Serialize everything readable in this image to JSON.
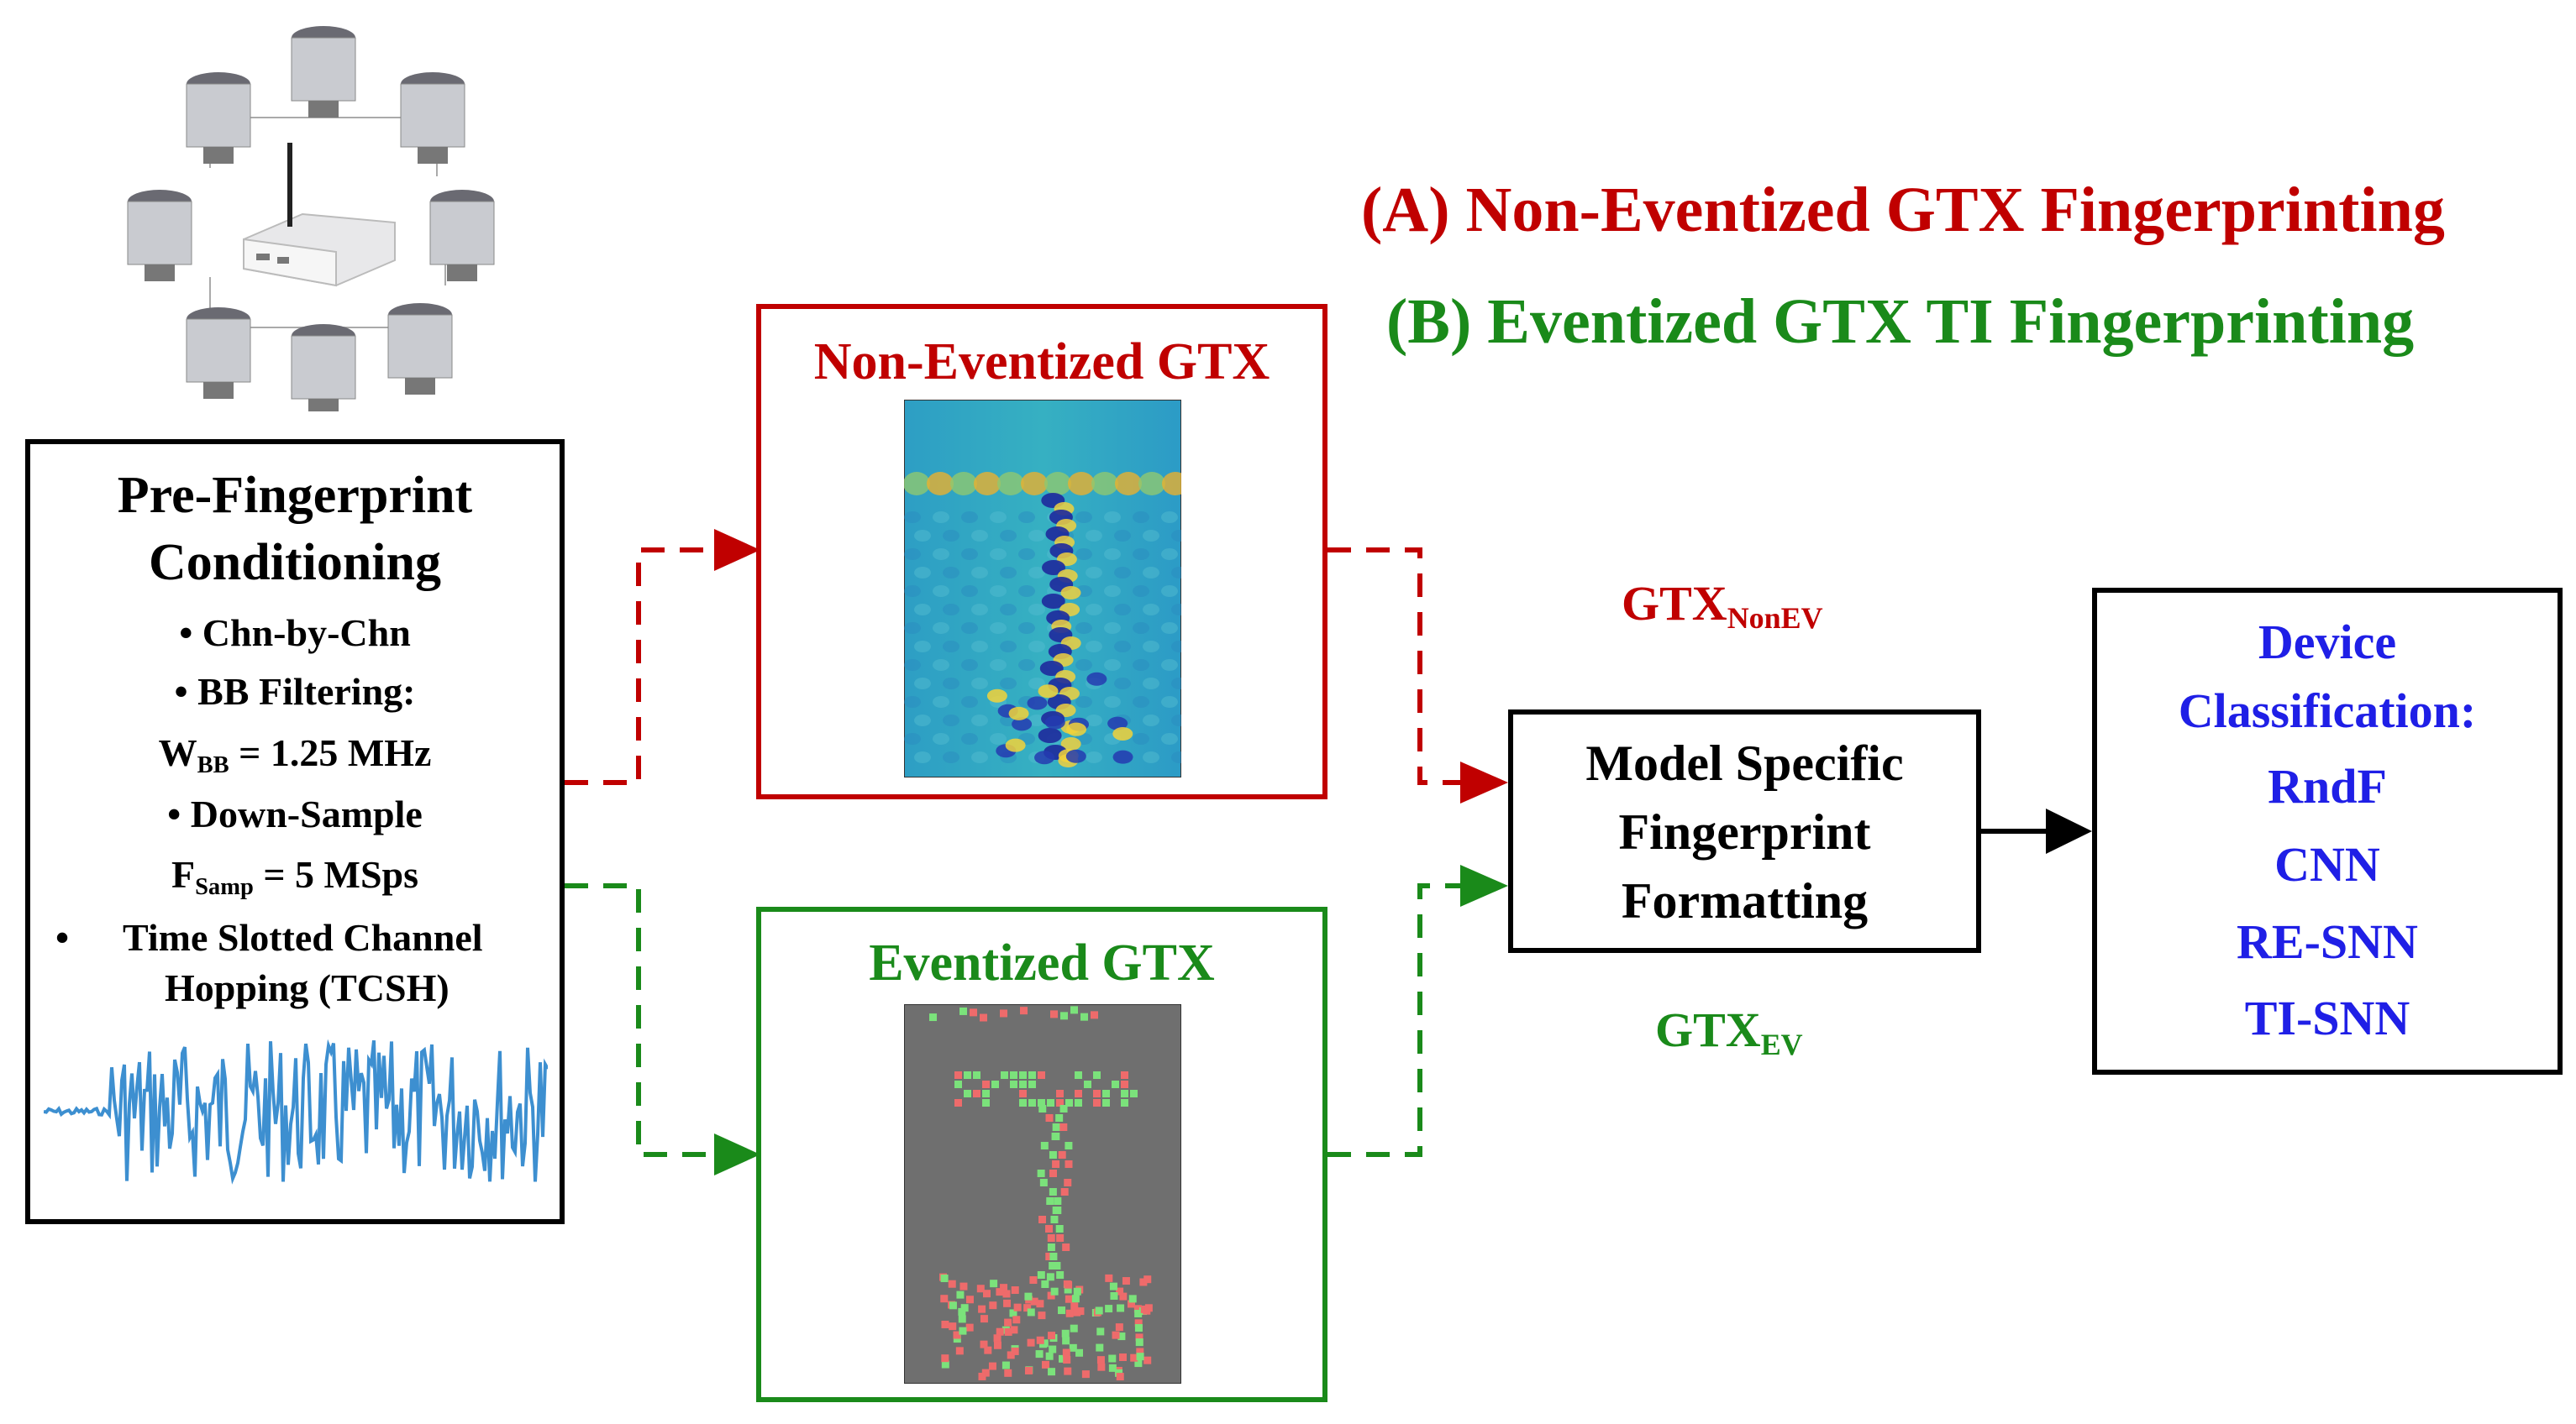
{
  "legend": {
    "a": {
      "text": "(A) Non-Eventized GTX Fingerprinting",
      "color": "#c00000"
    },
    "b": {
      "text": "(B) Eventized GTX TI Fingerprinting",
      "color": "#1a8a1a"
    }
  },
  "conditioning": {
    "title_line1": "Pre-Fingerprint",
    "title_line2": "Conditioning",
    "bullet": "•",
    "b1": "Chn-by-Chn",
    "b2": "BB Filtering:",
    "wbb_sym": "W",
    "wbb_sub": "BB",
    "wbb_val": " = 1.25 MHz",
    "b3": "Down-Sample",
    "fs_sym": "F",
    "fs_sub": "Samp",
    "fs_val": " = 5 MSps",
    "b4_line1": "Time Slotted Channel",
    "b4_line2": "Hopping (TCSH)"
  },
  "nonev_box": {
    "title": "Non-Eventized GTX"
  },
  "ev_box": {
    "title": "Eventized GTX"
  },
  "labels": {
    "gtx_nonev_main": "GTX",
    "gtx_nonev_sub": "NonEV",
    "gtx_ev_main": "GTX",
    "gtx_ev_sub": "EV"
  },
  "model": {
    "line1": "Model Specific",
    "line2": "Fingerprint",
    "line3": "Formatting"
  },
  "classification": {
    "title1": "Device",
    "title2": "Classification:",
    "items": [
      "RndF",
      "CNN",
      "RE-SNN",
      "TI-SNN"
    ]
  },
  "colors": {
    "red": "#c00000",
    "green": "#1a8a1a",
    "blue": "#1f1fe6",
    "black": "#000000"
  }
}
